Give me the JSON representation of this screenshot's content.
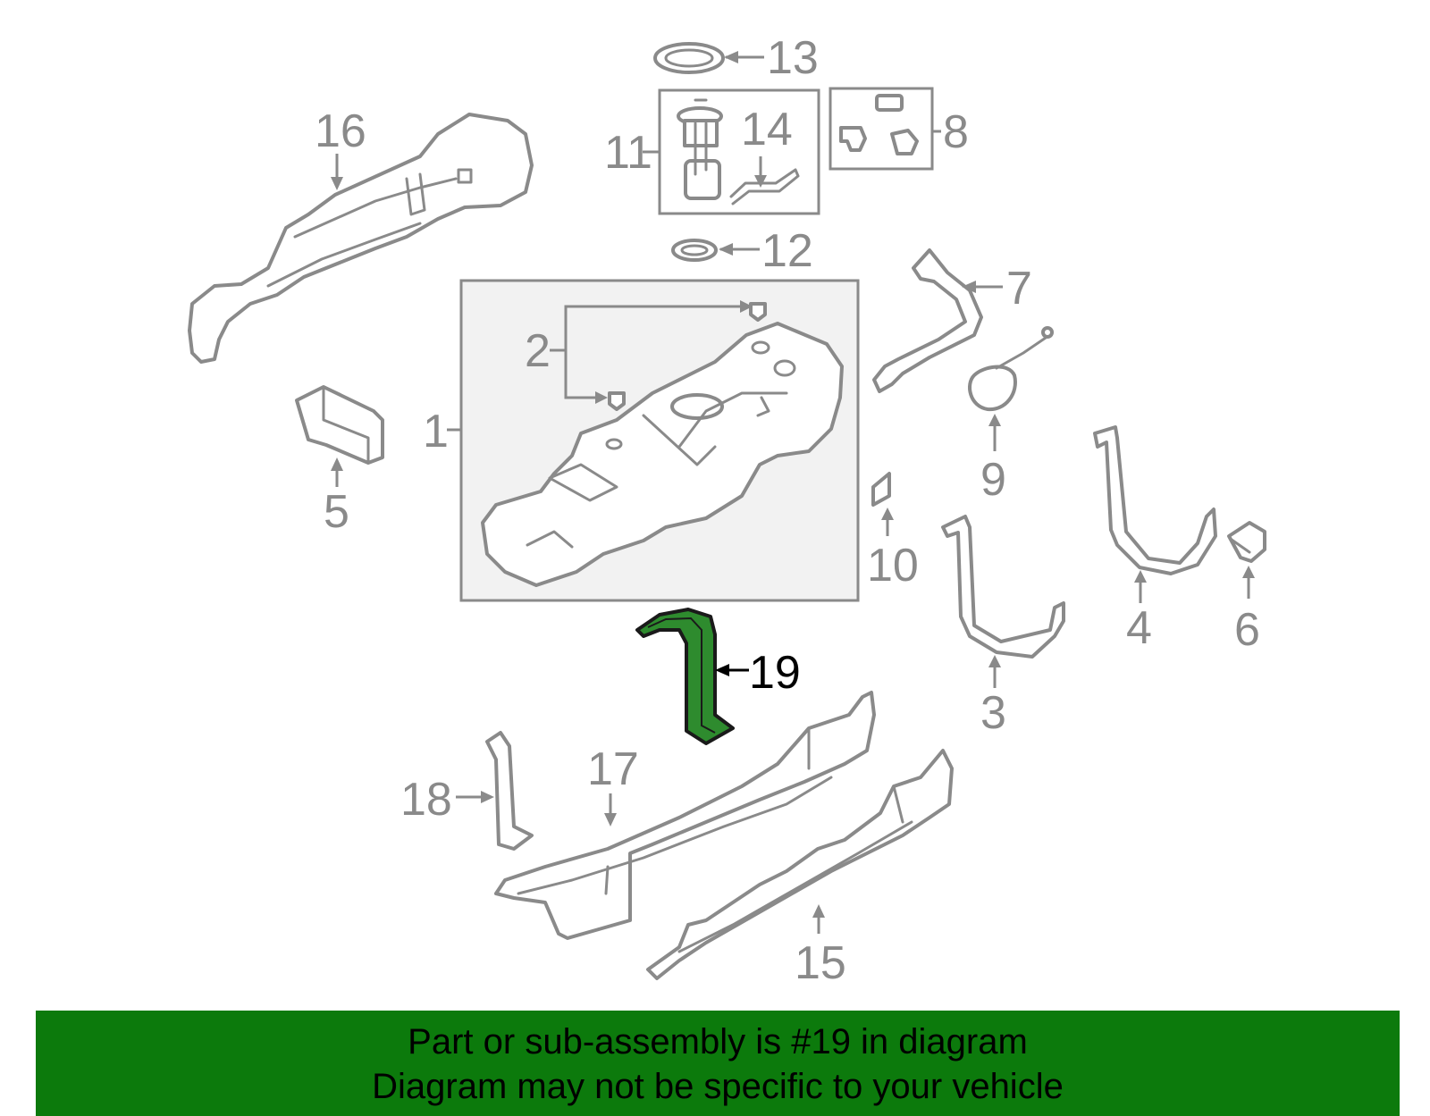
{
  "diagram": {
    "callouts": [
      {
        "id": "1",
        "label": "1"
      },
      {
        "id": "2",
        "label": "2"
      },
      {
        "id": "3",
        "label": "3"
      },
      {
        "id": "4",
        "label": "4"
      },
      {
        "id": "5",
        "label": "5"
      },
      {
        "id": "6",
        "label": "6"
      },
      {
        "id": "7",
        "label": "7"
      },
      {
        "id": "8",
        "label": "8"
      },
      {
        "id": "9",
        "label": "9"
      },
      {
        "id": "10",
        "label": "10"
      },
      {
        "id": "11",
        "label": "11"
      },
      {
        "id": "12",
        "label": "12"
      },
      {
        "id": "13",
        "label": "13"
      },
      {
        "id": "14",
        "label": "14"
      },
      {
        "id": "15",
        "label": "15"
      },
      {
        "id": "16",
        "label": "16"
      },
      {
        "id": "17",
        "label": "17"
      },
      {
        "id": "18",
        "label": "18"
      },
      {
        "id": "19",
        "label": "19"
      }
    ],
    "highlighted_part": "19",
    "highlight_color": "#2e8b2e"
  },
  "banner": {
    "line1": "Part or sub-assembly is #19 in diagram",
    "line2": "Diagram may not be specific to your vehicle",
    "background": "#0c7a0c"
  }
}
